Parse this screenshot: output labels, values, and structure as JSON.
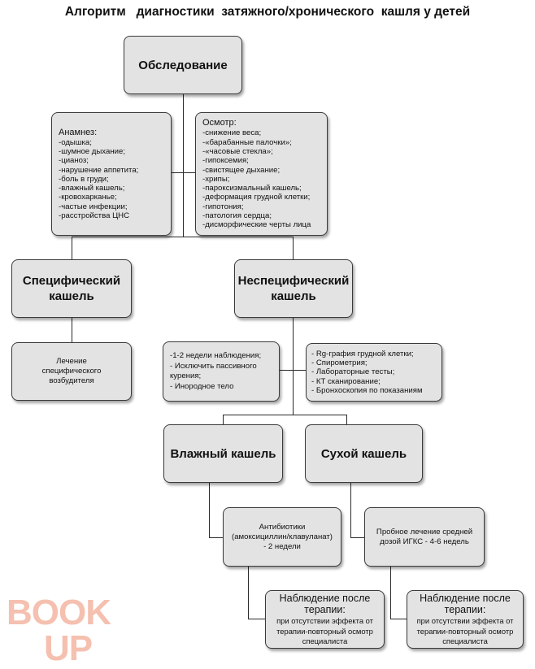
{
  "title": "Алгоритм   диагностики  затяжного/хронического  кашля у детей",
  "boxes": {
    "exam": "Обследование",
    "anamnesis": {
      "title": "Анамнез:",
      "items": [
        "-одышка;",
        "-шумное дыхание;",
        "-цианоз;",
        "-нарушение аппетита;",
        "-боль в груди;",
        "-влажный кашель;",
        "-кровохарканье;",
        "-частые инфекции;",
        "-расстройства ЦНС"
      ]
    },
    "inspection": {
      "title": "Осмотр:",
      "items": [
        "-снижение веса;",
        "-«барабанные палочки»;",
        "-«часовые стекла»;",
        "-гипоксемия;",
        "-свистящее дыхание;",
        "-хрипы;",
        "-пароксизмальный кашель;",
        "-деформация грудной клетки;",
        "-гипотония;",
        "-патология сердца;",
        "-дисморфические черты лица"
      ]
    },
    "specific_line1": "Специфический",
    "specific_line2": "кашель",
    "nonspecific_line1": "Неспецифический",
    "nonspecific_line2": "кашель",
    "treatment": [
      "Лечение",
      "специфического",
      "возбудителя"
    ],
    "observation": [
      "-1-2 недели наблюдения;",
      "- Исключить пассивного",
      "курения;",
      "-  Инородное тело"
    ],
    "tests": [
      "- Rg-графия грудной клетки;",
      "- Спирометрия;",
      "- Лабораторные тесты;",
      "- КТ сканирование;",
      "- Бронхоскопия по показаниям"
    ],
    "wet": "Влажный кашель",
    "dry": "Сухой кашель",
    "antibiotics": [
      "Антибиотики",
      "(амоксициллин/клавуланат)",
      "- 2 недели"
    ],
    "trial": [
      "Пробное лечение средней",
      "дозой ИГКС - 4-6 недель"
    ],
    "followup_left": {
      "title": [
        "Наблюдение после",
        "терапии:"
      ],
      "body": [
        "при отсутствии эффекта от",
        "терапии-повторный осмотр",
        "специалиста"
      ]
    },
    "followup_right": {
      "title": [
        "Наблюдение после",
        "терапии:"
      ],
      "body": [
        "при отсутствии эффекта от",
        "терапии-повторный осмотр",
        "специалиста"
      ]
    }
  },
  "watermark": [
    "BOOK",
    "UP"
  ]
}
